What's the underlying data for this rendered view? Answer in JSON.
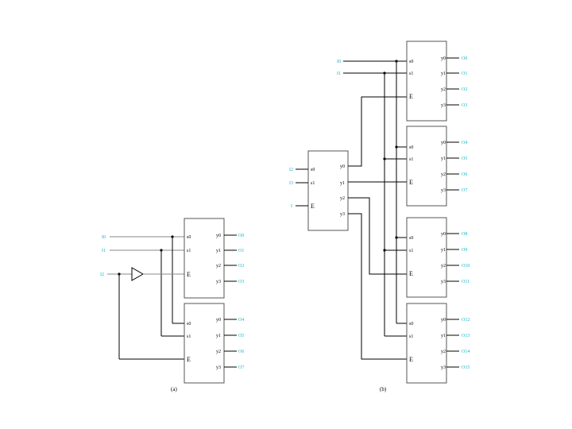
{
  "diagram_a": {
    "caption": "(a)",
    "inputs": [
      "I0",
      "I1",
      "I2"
    ],
    "decoder1": {
      "pins_in": [
        "s0",
        "s1"
      ],
      "enable": "E",
      "pins_out": [
        "y0",
        "y1",
        "y2",
        "y3"
      ],
      "outputs": [
        "O0",
        "O1",
        "O2",
        "O3"
      ]
    },
    "decoder2": {
      "pins_in": [
        "s0",
        "s1"
      ],
      "enable": "E",
      "pins_out": [
        "y0",
        "y1",
        "y2",
        "y3"
      ],
      "outputs": [
        "O4",
        "O5",
        "O6",
        "O7"
      ]
    }
  },
  "diagram_b": {
    "caption": "(b)",
    "top_inputs": [
      "I0",
      "I1"
    ],
    "front_decoder": {
      "inputs": [
        "I2",
        "I3",
        "I"
      ],
      "pins_in": [
        "s0",
        "s1"
      ],
      "enable": "E",
      "pins_out": [
        "y0",
        "y1",
        "y2",
        "y3"
      ]
    },
    "decoders": [
      {
        "pins_in": [
          "s0",
          "s1"
        ],
        "enable": "E",
        "pins_out": [
          "y0",
          "y1",
          "y2",
          "y3"
        ],
        "outputs": [
          "O0",
          "O1",
          "O2",
          "O3"
        ]
      },
      {
        "pins_in": [
          "s0",
          "s1"
        ],
        "enable": "E",
        "pins_out": [
          "y0",
          "y1",
          "y2",
          "y3"
        ],
        "outputs": [
          "O4",
          "O5",
          "O6",
          "O7"
        ]
      },
      {
        "pins_in": [
          "s0",
          "s1"
        ],
        "enable": "E",
        "pins_out": [
          "y0",
          "y1",
          "y2",
          "y3"
        ],
        "outputs": [
          "O8",
          "O9",
          "O10",
          "O11"
        ]
      },
      {
        "pins_in": [
          "s0",
          "s1"
        ],
        "enable": "E",
        "pins_out": [
          "y0",
          "y1",
          "y2",
          "y3"
        ],
        "outputs": [
          "O12",
          "O13",
          "O14",
          "O15"
        ]
      }
    ]
  },
  "colors": {
    "signal_label": "#17b3c9",
    "wire": "#000000"
  }
}
